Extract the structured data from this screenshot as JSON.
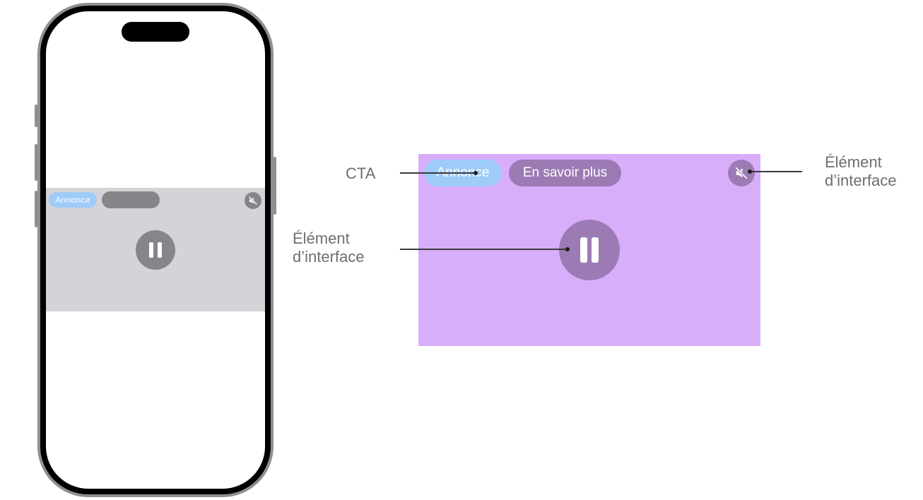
{
  "mini_ad": {
    "badge_label": "Annonce"
  },
  "ad": {
    "badge_label": "Annonce",
    "cta_label": "En savoir plus",
    "mute_icon": "speaker-muted-icon",
    "pause_icon": "pause-icon"
  },
  "callouts": {
    "cta": "CTA",
    "ui_element_left": "Élément\nd’interface",
    "ui_element_right": "Élément\nd’interface"
  },
  "colors": {
    "ad_background": "#d8aefb",
    "badge": "#9ecbf8",
    "control": "#9c7bb5",
    "mini_ad_background": "#d4d3d8",
    "mini_control": "#85858a"
  }
}
